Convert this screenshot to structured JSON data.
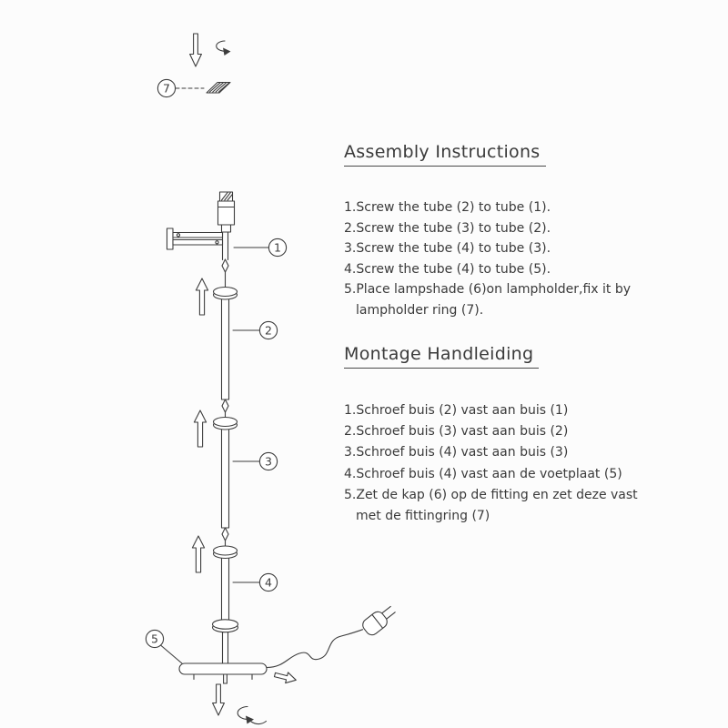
{
  "instructions_en": {
    "title": "Assembly Instructions",
    "lines": [
      "1.Screw the tube (2) to tube (1).",
      "2.Screw the tube (3) to tube (2).",
      "3.Screw the tube (4) to tube (3).",
      "4.Screw the tube (4) to tube (5).",
      "5.Place lampshade (6)on lampholder,fix it by",
      "lampholder ring (7)."
    ]
  },
  "instructions_nl": {
    "title": "Montage Handleiding",
    "lines": [
      "1.Schroef buis (2) vast aan buis (1)",
      "2.Schroef buis (3) vast aan buis (2)",
      "3.Schroef buis (4) vast aan buis (3)",
      "4.Schroef buis (4) vast aan de voetplaat (5)",
      "5.Zet de kap (6) op de fitting en zet deze vast",
      "met de fittingring (7)"
    ]
  },
  "diagram": {
    "part_labels": {
      "lampholder_ring": "7",
      "tube1": "1",
      "tube2": "2",
      "tube3": "3",
      "tube4": "4",
      "base_plate": "5"
    },
    "line_color": "#3d3d3d",
    "text_color": "#3a3a3a"
  }
}
